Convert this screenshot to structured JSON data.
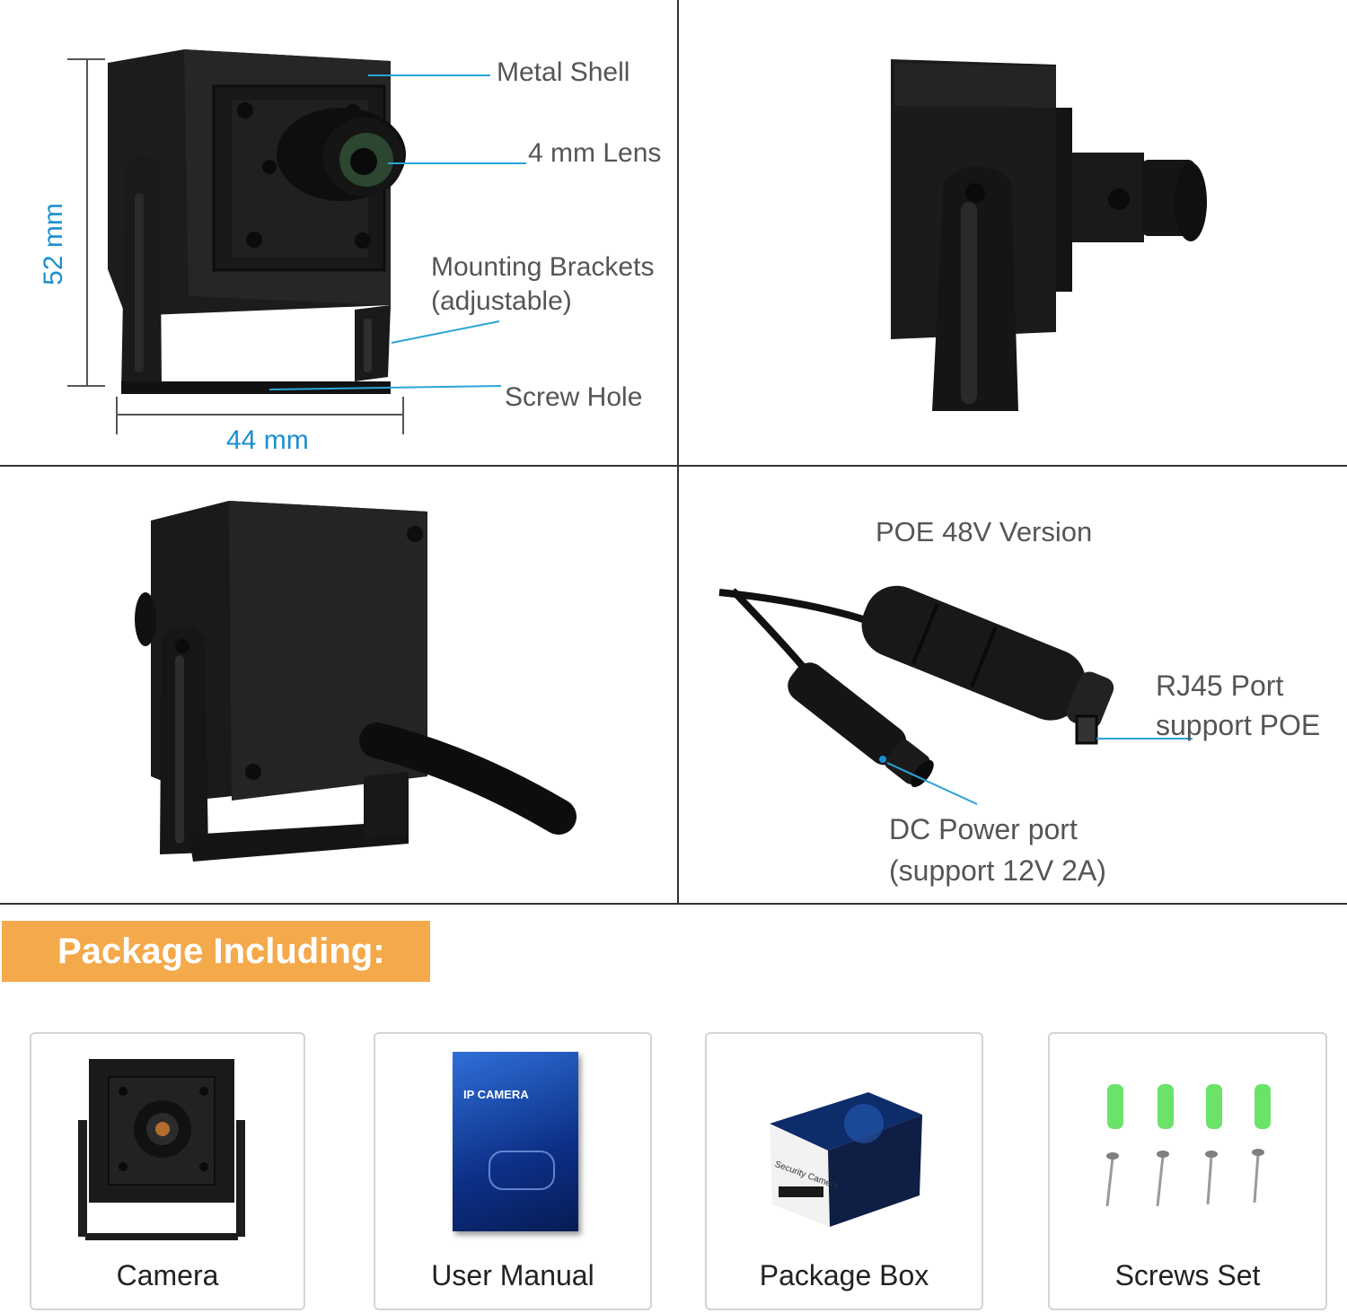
{
  "annotations": {
    "metal_shell": "Metal Shell",
    "lens": "4 mm Lens",
    "brackets_line1": "Mounting Brackets",
    "brackets_line2": "(adjustable)",
    "screw_hole": "Screw Hole",
    "height": "52 mm",
    "width": "44  mm"
  },
  "poe": {
    "title": "POE 48V Version",
    "rj45_line1": "RJ45 Port",
    "rj45_line2": "support POE",
    "dc_line1": "DC Power port",
    "dc_line2": "(support 12V 2A)"
  },
  "package": {
    "heading": "Package Including:",
    "items": [
      {
        "label": "Camera",
        "icon": "camera-icon"
      },
      {
        "label": "User Manual",
        "icon": "manual-icon"
      },
      {
        "label": "Package Box",
        "icon": "box-icon"
      },
      {
        "label": "Screws Set",
        "icon": "screws-icon"
      }
    ],
    "manual_cover_title": "IP CAMERA",
    "box_cover_text": "Security Camera"
  },
  "colors": {
    "accent_blue": "#1a8fd0",
    "banner_orange": "#f4a94b",
    "screw_anchor_green": "#6be36b"
  }
}
